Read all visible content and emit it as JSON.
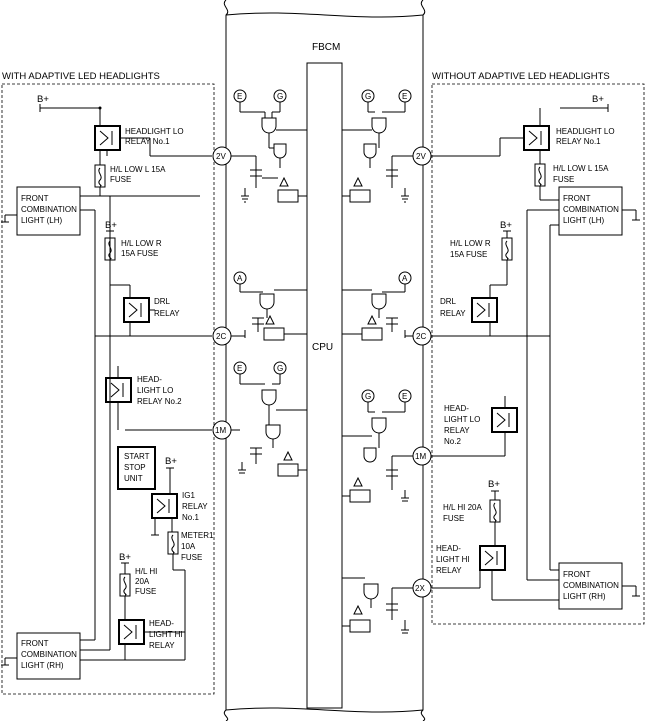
{
  "module": {
    "title": "FBCM",
    "cpu_label": "CPU"
  },
  "left_section": {
    "title": "WITH ADAPTIVE LED HEADLIGHTS",
    "power": "B+",
    "headlight_lo_relay_1": [
      "HEADLIGHT LO",
      "RELAY No.1"
    ],
    "hl_low_l_fuse": [
      "H/L LOW L 15A",
      "FUSE"
    ],
    "front_combination_light_lh": [
      "FRONT",
      "COMBINATION",
      "LIGHT (LH)"
    ],
    "hl_low_r_fuse": [
      "H/L LOW R",
      "15A FUSE"
    ],
    "drl_relay": [
      "DRL",
      "RELAY"
    ],
    "headlight_lo_relay_2": [
      "HEAD-",
      "LIGHT LO",
      "RELAY No.2"
    ],
    "start_stop_unit": [
      "START",
      "STOP",
      "UNIT"
    ],
    "ig1_relay": [
      "IG1",
      "RELAY",
      "No.1"
    ],
    "meter1_fuse": [
      "METER1",
      "10A",
      "FUSE"
    ],
    "hl_hi_fuse": [
      "H/L HI",
      "20A",
      "FUSE"
    ],
    "headlight_hi_relay": [
      "HEAD-",
      "LIGHT HI",
      "RELAY"
    ],
    "front_combination_light_rh": [
      "FRONT",
      "COMBINATION",
      "LIGHT (RH)"
    ]
  },
  "right_section": {
    "title": "WITHOUT ADAPTIVE LED HEADLIGHTS",
    "power": "B+",
    "headlight_lo_relay_1": [
      "HEADLIGHT LO",
      "RELAY No.1"
    ],
    "hl_low_l_fuse": [
      "H/L LOW L 15A",
      "FUSE"
    ],
    "front_combination_light_lh": [
      "FRONT",
      "COMBINATION",
      "LIGHT (LH)"
    ],
    "hl_low_r_fuse": [
      "H/L LOW R",
      "15A FUSE"
    ],
    "drl_relay": [
      "DRL",
      "RELAY"
    ],
    "headlight_lo_relay_2": [
      "HEAD-",
      "LIGHT LO",
      "RELAY",
      "No.2"
    ],
    "hl_hi_fuse": [
      "H/L HI 20A",
      "FUSE"
    ],
    "headlight_hi_relay": [
      "HEAD-",
      "LIGHT HI",
      "RELAY"
    ],
    "front_combination_light_rh": [
      "FRONT",
      "COMBINATION",
      "LIGHT (RH)"
    ]
  },
  "terminals": {
    "t_2v": "2V",
    "t_2c": "2C",
    "t_1m": "1M",
    "t_2x": "2X"
  },
  "signal_markers": {
    "e": "E",
    "g": "G",
    "a": "A"
  },
  "icons": {
    "relay": "relay-coil-switch-icon",
    "fuse": "fuse-icon",
    "ground": "ground-icon",
    "terminal": "connector-terminal-icon",
    "logic_gate": "and-gate-icon",
    "transistor": "transistor-driver-icon"
  }
}
